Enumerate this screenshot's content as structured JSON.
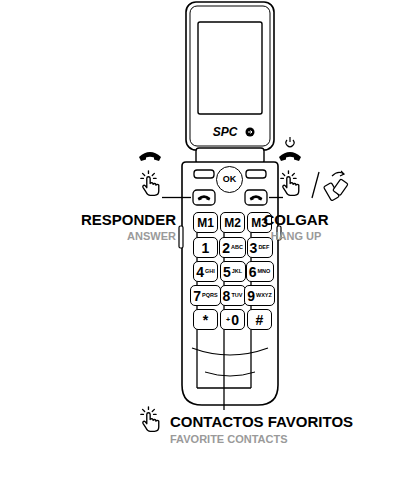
{
  "diagram": {
    "nodes": [
      {
        "text": [
          "OK"
        ]
      },
      {
        "text": [
          "M1"
        ]
      },
      {
        "text": [
          "M2"
        ]
      },
      {
        "text": [
          "M3"
        ]
      },
      {
        "text": [
          "1"
        ]
      },
      {
        "text": [
          "2",
          "ABC"
        ]
      },
      {
        "text": [
          "3",
          "DEF"
        ]
      },
      {
        "text": [
          "4",
          "GHI"
        ]
      },
      {
        "text": [
          "5",
          "JKL"
        ]
      },
      {
        "text": [
          "6",
          "MNO"
        ]
      },
      {
        "text": [
          "7",
          "PQRS"
        ]
      },
      {
        "text": [
          "8",
          "TUV"
        ]
      },
      {
        "text": [
          "9",
          "WXYZ"
        ]
      },
      {
        "text": [
          "*"
        ]
      },
      {
        "text": [
          "+",
          "0"
        ]
      },
      {
        "text": [
          "#"
        ]
      }
    ],
    "labels": [
      "SPC",
      "RESPONDER",
      "ANSWER",
      "COLGAR",
      "HANG UP",
      "CONTACTOS FAVORITOS",
      "FAVORITE CONTACTS"
    ]
  }
}
